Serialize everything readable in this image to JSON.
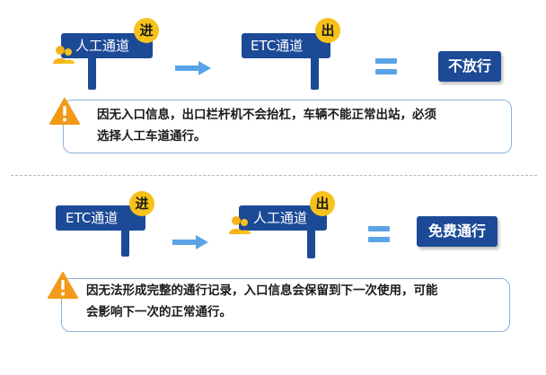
{
  "section1": {
    "entry_sign": "人工通道",
    "entry_badge": "进",
    "exit_sign": "ETC通道",
    "exit_badge": "出",
    "result": "不放行",
    "note_line1": "因无入口信息，出口栏杆机不会抬杠，车辆不能正常出站，必须",
    "note_line2": "选择人工车道通行。"
  },
  "section2": {
    "entry_sign": "ETC通道",
    "entry_badge": "进",
    "exit_sign": "人工通道",
    "exit_badge": "出",
    "result": "免费通行",
    "note_line1": "因无法形成完整的通行记录，入口信息会保留到下一次使用，可能",
    "note_line2": "会影响下一次的正常通行。"
  },
  "colors": {
    "sign_blue": "#1c4a97",
    "badge_yellow": "#f6c21b",
    "arrow_blue": "#5aa3e6",
    "warning_orange": "#f29a17"
  },
  "icons": {
    "person": "person-icon",
    "warning": "warning-icon",
    "arrow": "arrow-right-icon"
  }
}
